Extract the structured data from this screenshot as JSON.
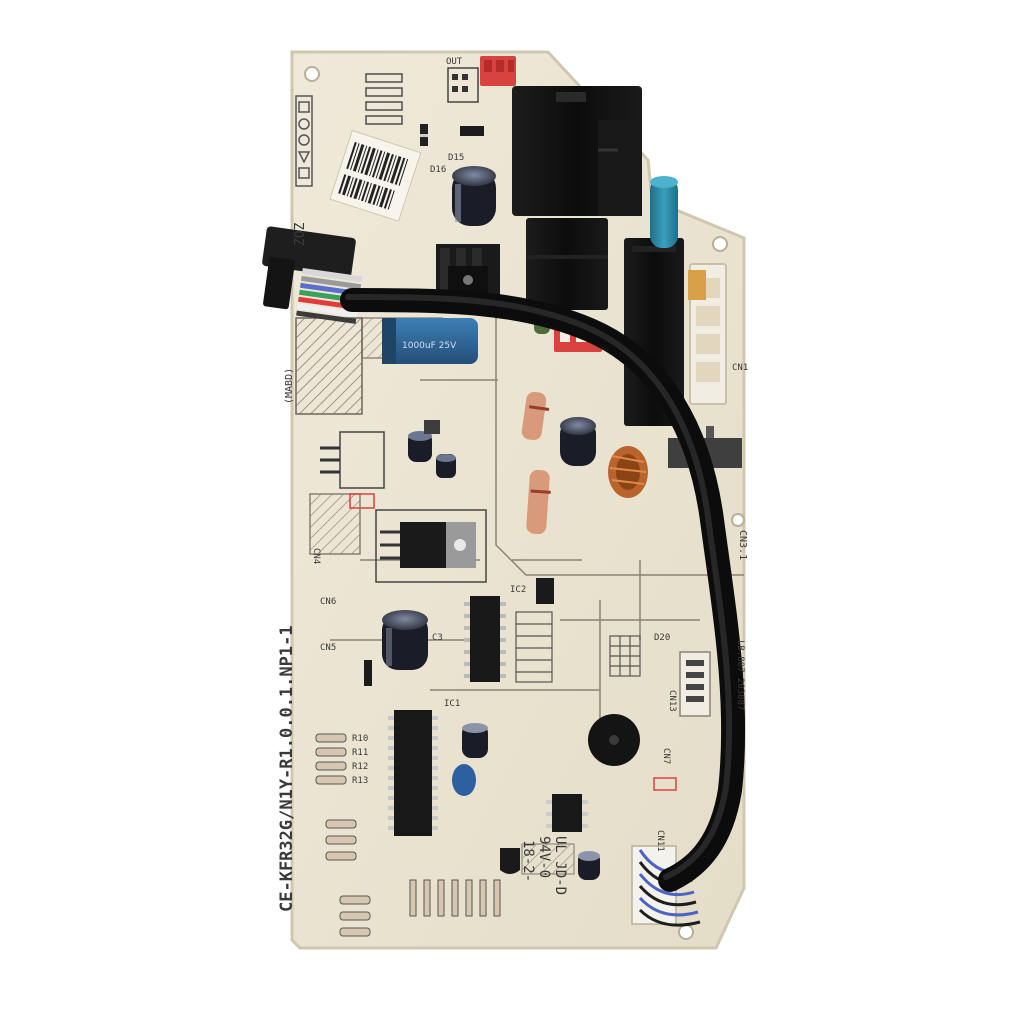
{
  "image": {
    "subject": "Air conditioner indoor unit control board (PCB) with attached cable harness",
    "colors": {
      "background": "#ffffff",
      "pcb": "#ece6d5",
      "pcb_edge": "#d8d0bb",
      "silkscreen": "#3a3a3a",
      "relay": "#121212",
      "connector_red": "#d8433f",
      "connector_white": "#f1ede2",
      "capacitor_blue": "#2f6fa3",
      "cap_teal": "#2a7f9a",
      "cable": "#141414",
      "resistor": "#d89a7a",
      "inductor_copper": "#b8642c"
    }
  },
  "pcb": {
    "board_model": "CE-KFR32G/N1Y-R1.0.0.1.NP1-1",
    "board_code_suffix": "(MABD)",
    "side_code": "ZOZ",
    "ul_mark": "UL JD-D",
    "flame_rating": "94V-0",
    "date_code": "18-2-",
    "labels": {
      "connector_out": "OUT",
      "cn_disp": "CN3.1",
      "cap_text": "1000uF 25V",
      "cn_right": "CN1",
      "cn_left": "CN6",
      "c3": "C3",
      "r10": "R10",
      "r11": "R11",
      "r12": "R12",
      "r13": "R13",
      "d20": "D20",
      "d15": "D15",
      "d16": "D16",
      "ic1": "IC1",
      "ic2": "IC2",
      "cn4": "CN4",
      "cn5": "CN5",
      "cn13": "CN13",
      "cn7": "CN7",
      "cn11": "CN11",
      "side_code_right": "LB.807 203087"
    }
  }
}
